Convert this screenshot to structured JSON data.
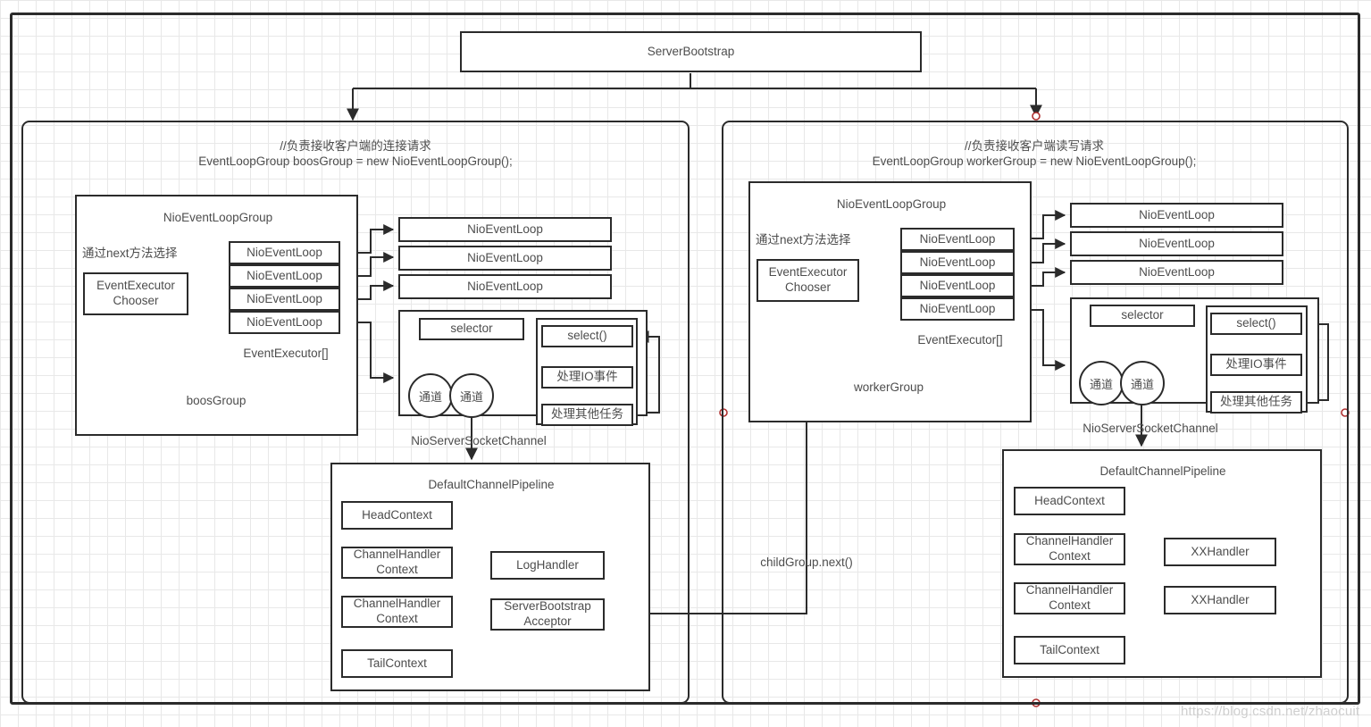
{
  "diagram": {
    "title": "Netty ServerBootstrap architecture",
    "root": {
      "label": "ServerBootstrap"
    },
    "watermark": "https://blog.csdn.net/zhaocuit",
    "colors": {
      "stroke": "#2b2b2b",
      "text": "#4d4d4d",
      "marker": "#b03030",
      "grid": "#e8e8e8"
    },
    "boss_panel": {
      "comment": "//负责接收客户端的连接请求",
      "code": "EventLoopGroup boosGroup = new NioEventLoopGroup();",
      "group": {
        "title": "NioEventLoopGroup",
        "next_note": "通过next方法选择",
        "chooser": "EventExecutor\nChooser",
        "executors_label": "EventExecutor[]",
        "group_name": "boosGroup",
        "event_loops": [
          "NioEventLoop",
          "NioEventLoop",
          "NioEventLoop",
          "NioEventLoop"
        ]
      },
      "right_event_loops": [
        "NioEventLoop",
        "NioEventLoop",
        "NioEventLoop"
      ],
      "channel": {
        "caption": "NioServerSocketChannel",
        "selector": "selector",
        "channels": [
          "通道",
          "通道"
        ],
        "loop_steps": [
          "select()",
          "处理IO事件",
          "处理其他任务"
        ]
      },
      "pipeline": {
        "title": "DefaultChannelPipeline",
        "head": "HeadContext",
        "tail": "TailContext",
        "contexts": [
          "ChannelHandler\nContext",
          "ChannelHandler\nContext"
        ],
        "handlers": [
          "LogHandler",
          "ServerBootstrap\nAcceptor"
        ]
      }
    },
    "worker_panel": {
      "comment": "//负责接收客户端读写请求",
      "code": "EventLoopGroup workerGroup = new NioEventLoopGroup();",
      "group": {
        "title": "NioEventLoopGroup",
        "next_note": "通过next方法选择",
        "chooser": "EventExecutor\nChooser",
        "executors_label": "EventExecutor[]",
        "group_name": "workerGroup",
        "event_loops": [
          "NioEventLoop",
          "NioEventLoop",
          "NioEventLoop",
          "NioEventLoop"
        ]
      },
      "right_event_loops": [
        "NioEventLoop",
        "NioEventLoop",
        "NioEventLoop"
      ],
      "channel": {
        "caption": "NioServerSocketChannel",
        "selector": "selector",
        "channels": [
          "通道",
          "通道"
        ],
        "loop_steps": [
          "select()",
          "处理IO事件",
          "处理其他任务"
        ]
      },
      "pipeline": {
        "title": "DefaultChannelPipeline",
        "head": "HeadContext",
        "tail": "TailContext",
        "contexts": [
          "ChannelHandler\nContext",
          "ChannelHandler\nContext"
        ],
        "handlers": [
          "XXHandler",
          "XXHandler"
        ]
      }
    },
    "cross_link": {
      "label": "childGroup.next()"
    }
  }
}
